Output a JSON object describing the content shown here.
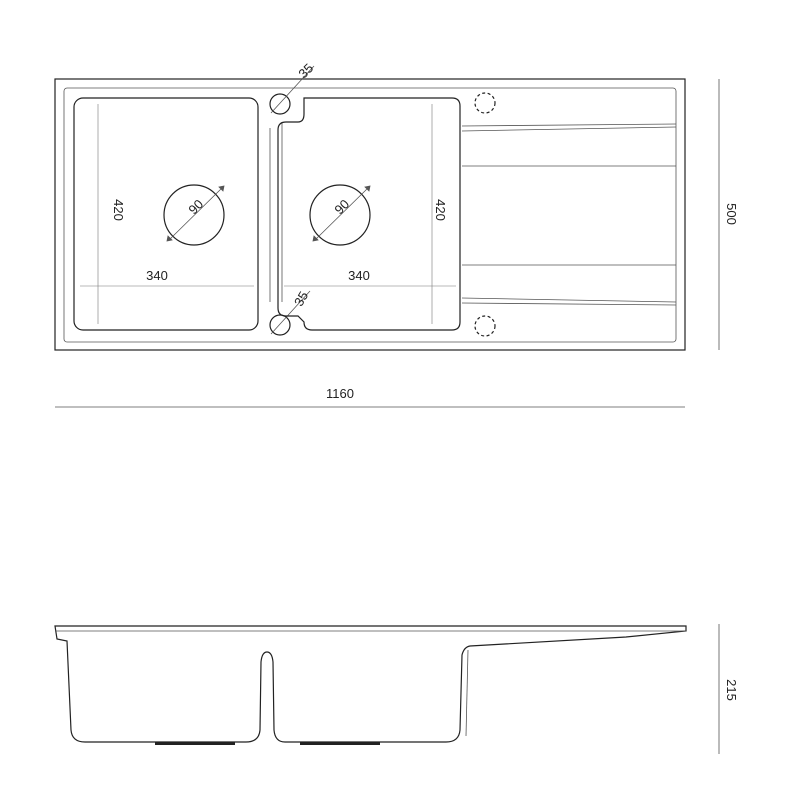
{
  "top_view": {
    "overall_width": "1160",
    "overall_depth": "500",
    "left_bowl": {
      "width": "340",
      "depth": "420",
      "drain_diameter": "90",
      "overflow_diameter": "35"
    },
    "right_bowl": {
      "width": "340",
      "depth": "420",
      "drain_diameter": "90",
      "overflow_diameter": "35"
    }
  },
  "side_view": {
    "height": "215"
  },
  "colors": {
    "line": "#222222",
    "background": "#ffffff"
  }
}
